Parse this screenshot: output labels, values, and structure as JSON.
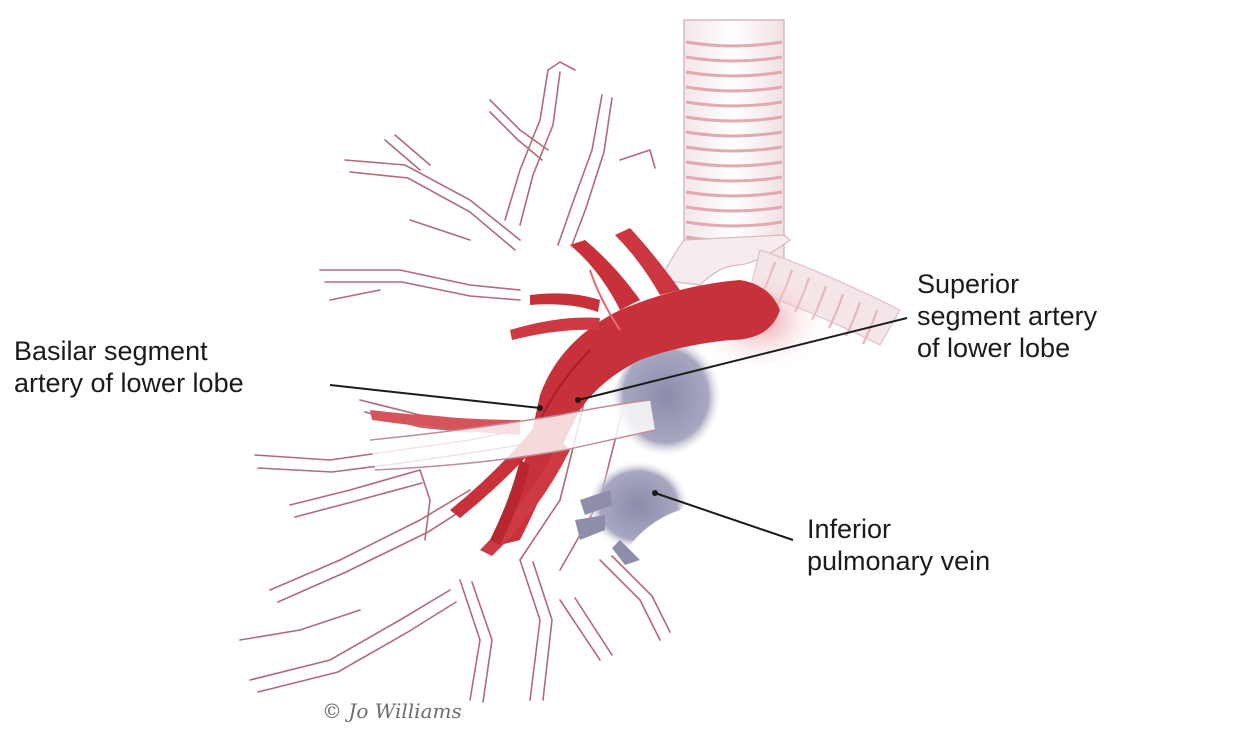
{
  "labels": {
    "basilar": {
      "line1": "Basilar segment",
      "line2": "artery of lower lobe"
    },
    "superior": {
      "line1": "Superior",
      "line2": "segment artery",
      "line3": "of lower lobe"
    },
    "inferior_vein": {
      "line1": "Inferior",
      "line2": "pulmonary vein"
    }
  },
  "signature": "© Jo Williams",
  "colors": {
    "artery": "#c8303a",
    "vein": "#8a8aa8",
    "bronchus_outline": "#b36a78",
    "background": "#ffffff"
  }
}
